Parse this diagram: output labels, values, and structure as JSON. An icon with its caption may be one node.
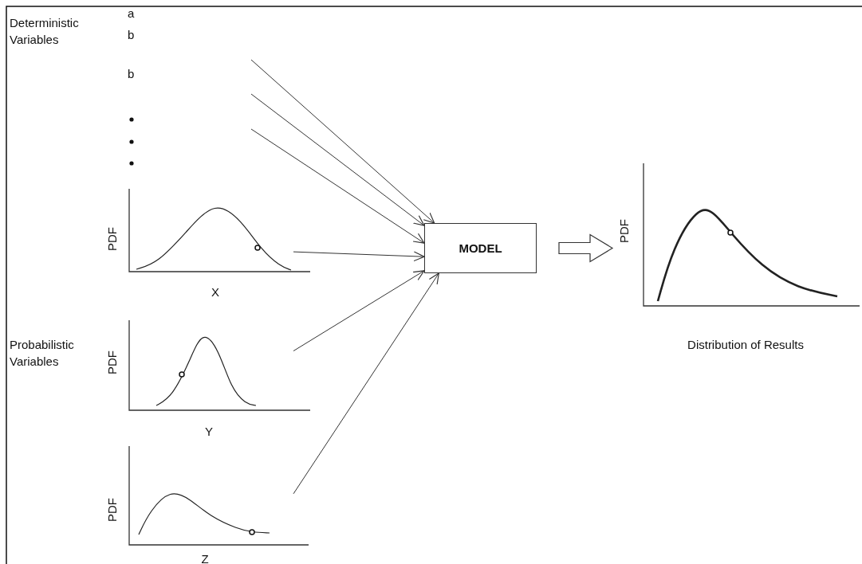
{
  "diagram": {
    "nodes": [
      {
        "text": [
          "MODEL"
        ]
      },
      {
        "text": [
          "PDF",
          "X"
        ]
      },
      {
        "text": [
          "PDF",
          "Y"
        ]
      },
      {
        "text": [
          "PDF",
          "Z"
        ]
      },
      {
        "text": [
          "PDF",
          "Distribution of Results"
        ]
      }
    ],
    "edges": [
      {
        "from": null,
        "to": 0,
        "arrow": "to"
      },
      {
        "from": null,
        "to": 0,
        "arrow": "to"
      },
      {
        "from": null,
        "to": 0,
        "arrow": "to"
      },
      {
        "from": 1,
        "to": 0,
        "arrow": "to"
      },
      {
        "from": 2,
        "to": 0,
        "arrow": "to"
      },
      {
        "from": 3,
        "to": 0,
        "arrow": "to"
      },
      {
        "from": 0,
        "to": 4,
        "arrow": "to",
        "style": "thick"
      }
    ],
    "labels": [
      "Deterministic Variables",
      "a",
      "b",
      "b",
      "Probabilistic Variables"
    ]
  }
}
